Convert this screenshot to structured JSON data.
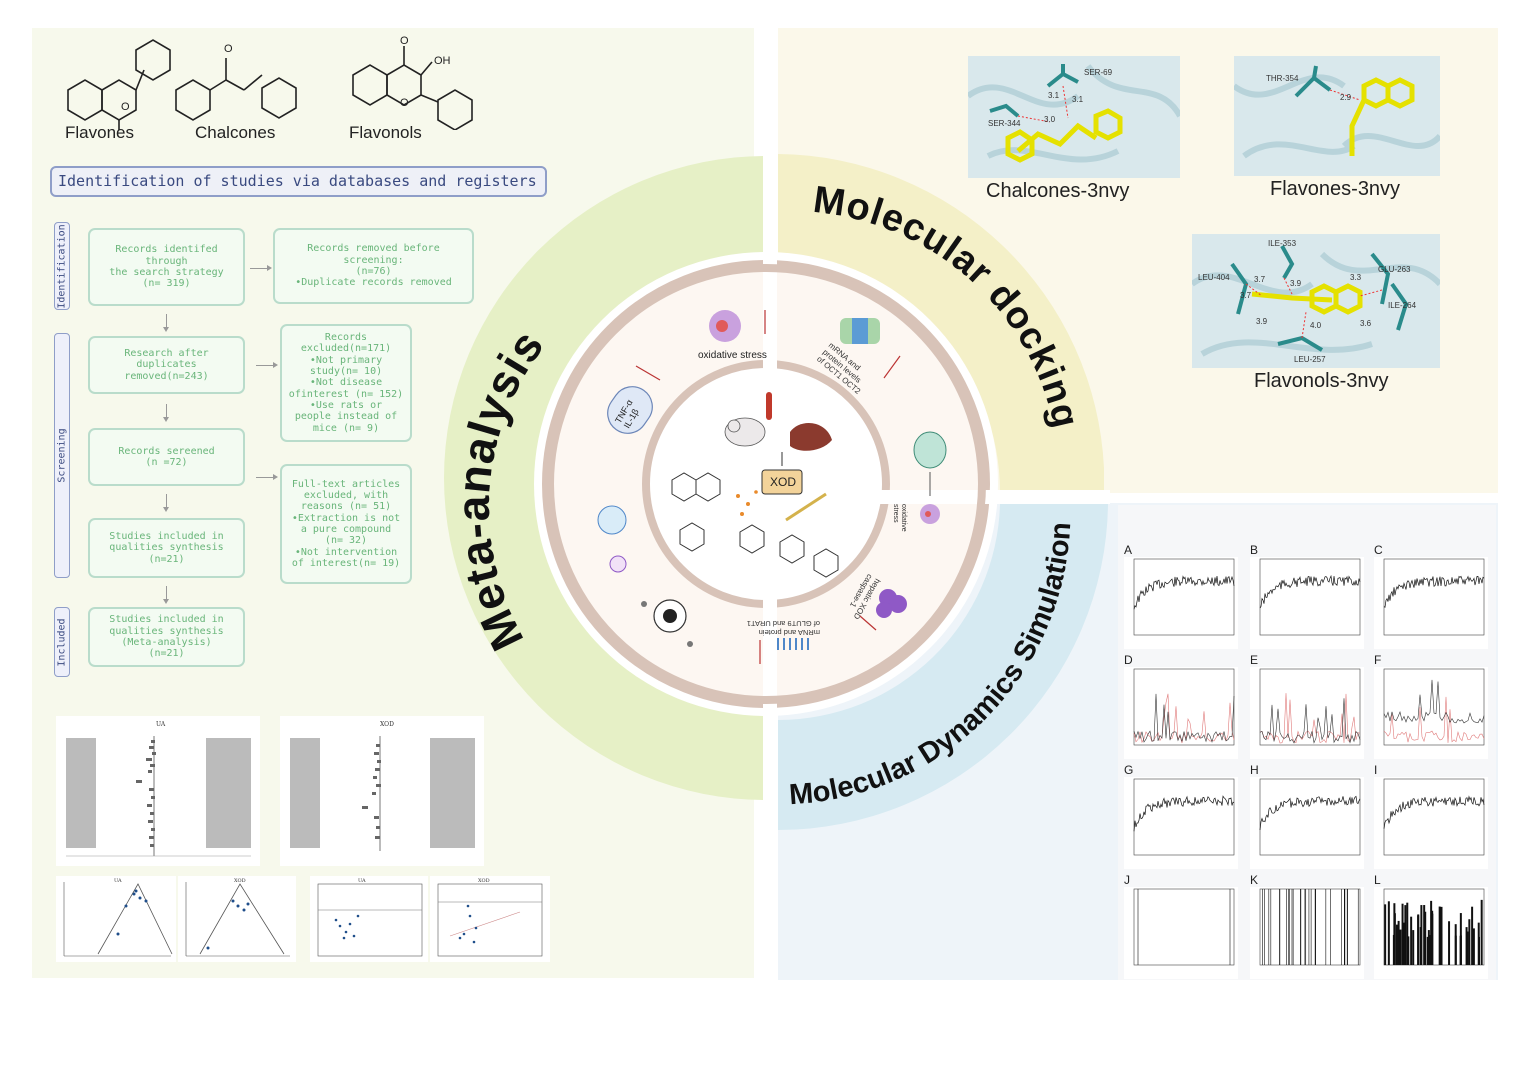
{
  "molecules": [
    {
      "name": "Flavones"
    },
    {
      "name": "Chalcones"
    },
    {
      "name": "Flavonols"
    }
  ],
  "prisma": {
    "title": "Identification of studies via databases and registers",
    "phases": [
      "Identification",
      "Screening",
      "Included"
    ],
    "boxes": {
      "identified": "Records identifed through\nthe search strategy\n(n= 319)",
      "removed": "Records removed before screening:\n(n=76)\n•Duplicate records removed",
      "after_dup": "Research after duplicates\nremoved(n=243)",
      "excluded": "Records\nexcluded(n=171)\n•Not primary\nstudy(n= 10)\n•Not disease\nofinterest (n= 152)\n•Use rats or\npeople instead of\nmice (n= 9)",
      "screened": "Records sereened\n(n =72)",
      "fulltext": "Full-text articles\nexcluded, with\nreasons (n= 51)\n•Extraction is not\na pure compound\n(n= 32)\n•Not intervention\nof interest(n= 19)",
      "qual": "Studies included in\nqualities synthesis\n(n=21)",
      "meta": "Studies included in\nqualities synthesis\n(Meta-analysis)\n(n=21)"
    }
  },
  "forest": {
    "left_title": "UA",
    "right_title": "XOD"
  },
  "funnel_titles": [
    "UA",
    "XOD",
    "UA",
    "XOD"
  ],
  "ring_labels": {
    "meta": "Meta-analysis",
    "docking": "Molecular docking",
    "md": "Molecular Dynamics Simulation"
  },
  "center": {
    "xod": "XOD",
    "oxidative": "oxidative stress",
    "tnf": "TNF-α\nIL-1β",
    "mrna_oct": "mRNA and\nprotein levels\nof OCT1 OCT2",
    "mrna_glut": "mRNA and protein\nof GLUT9 and URAT1",
    "hepatic": "hepatic XOD\ncaspase-1",
    "stress_small": "oxidative\nstress"
  },
  "docking": [
    {
      "label": "Chalcones-3nvy",
      "residues": [
        "SER-69",
        "SER-344",
        "3.1",
        "3.1",
        "3.0"
      ]
    },
    {
      "label": "Flavones-3nvy",
      "residues": [
        "THR-354",
        "2.9"
      ]
    },
    {
      "label": "Flavonols-3nvy",
      "residues": [
        "ILE-353",
        "LEU-404",
        "GLU-263",
        "ILE-264",
        "LEU-257",
        "3.7",
        "3.7",
        "3.9",
        "3.3",
        "3.9",
        "4.0",
        "3.6"
      ]
    }
  ],
  "md_panels": [
    "A",
    "B",
    "C",
    "D",
    "E",
    "F",
    "G",
    "H",
    "I",
    "J",
    "K",
    "L"
  ],
  "colors": {
    "meta_ring": "#e6f0c6",
    "dock_ring": "#f4f0c8",
    "md_ring": "#d6eaf2",
    "inner_ring": "#d8c3b8"
  }
}
